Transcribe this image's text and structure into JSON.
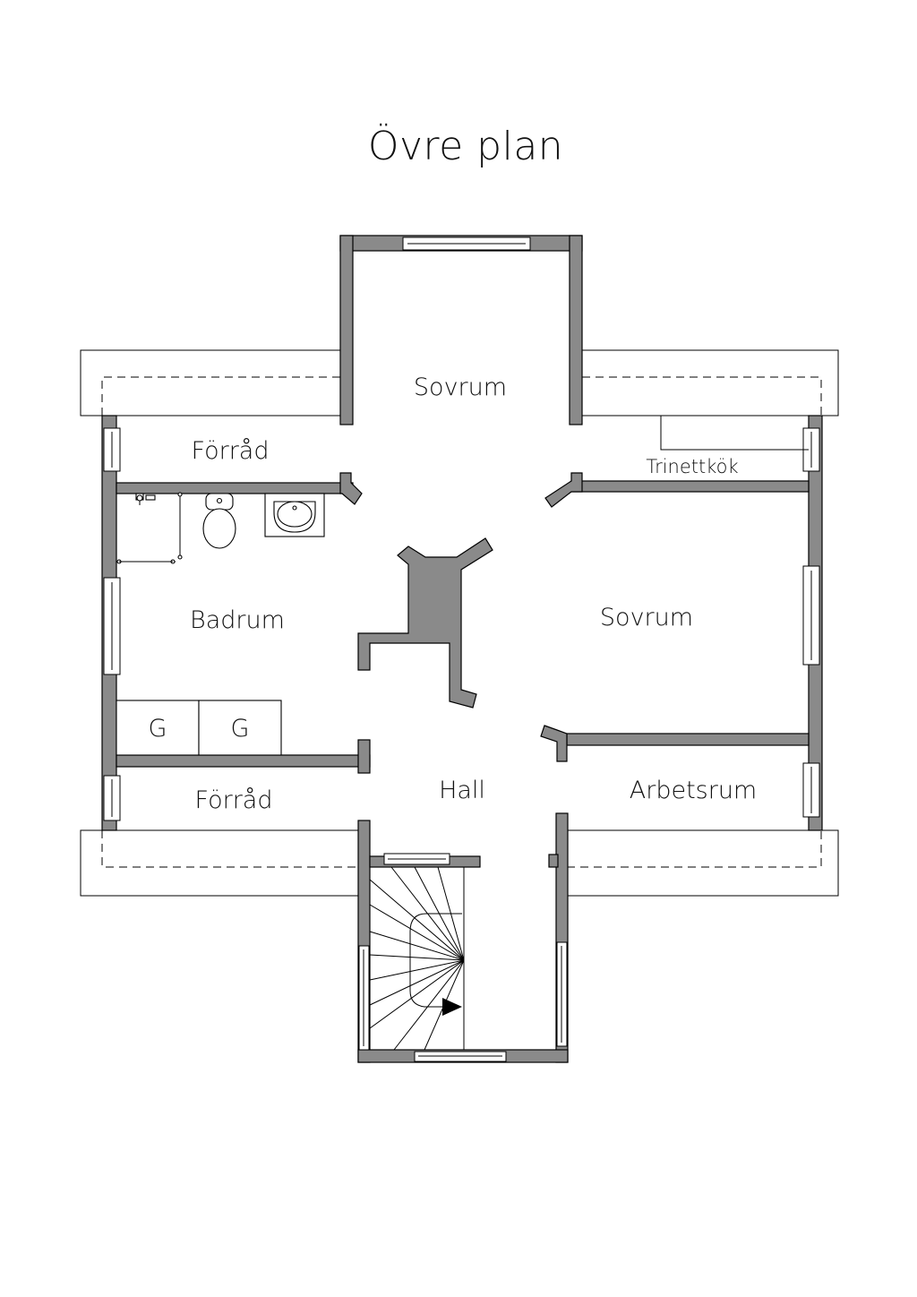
{
  "title": "Övre plan",
  "rooms": {
    "sovrum_top": "Sovrum",
    "forrad_top": "Förråd",
    "trinettkok": "Trinettkök",
    "badrum": "Badrum",
    "sovrum_right": "Sovrum",
    "g1": "G",
    "g2": "G",
    "hall": "Hall",
    "forrad_bottom": "Förråd",
    "arbetsrum": "Arbetsrum"
  },
  "colors": {
    "wall": "#8a8a8a",
    "line": "#000000",
    "background": "#ffffff"
  }
}
